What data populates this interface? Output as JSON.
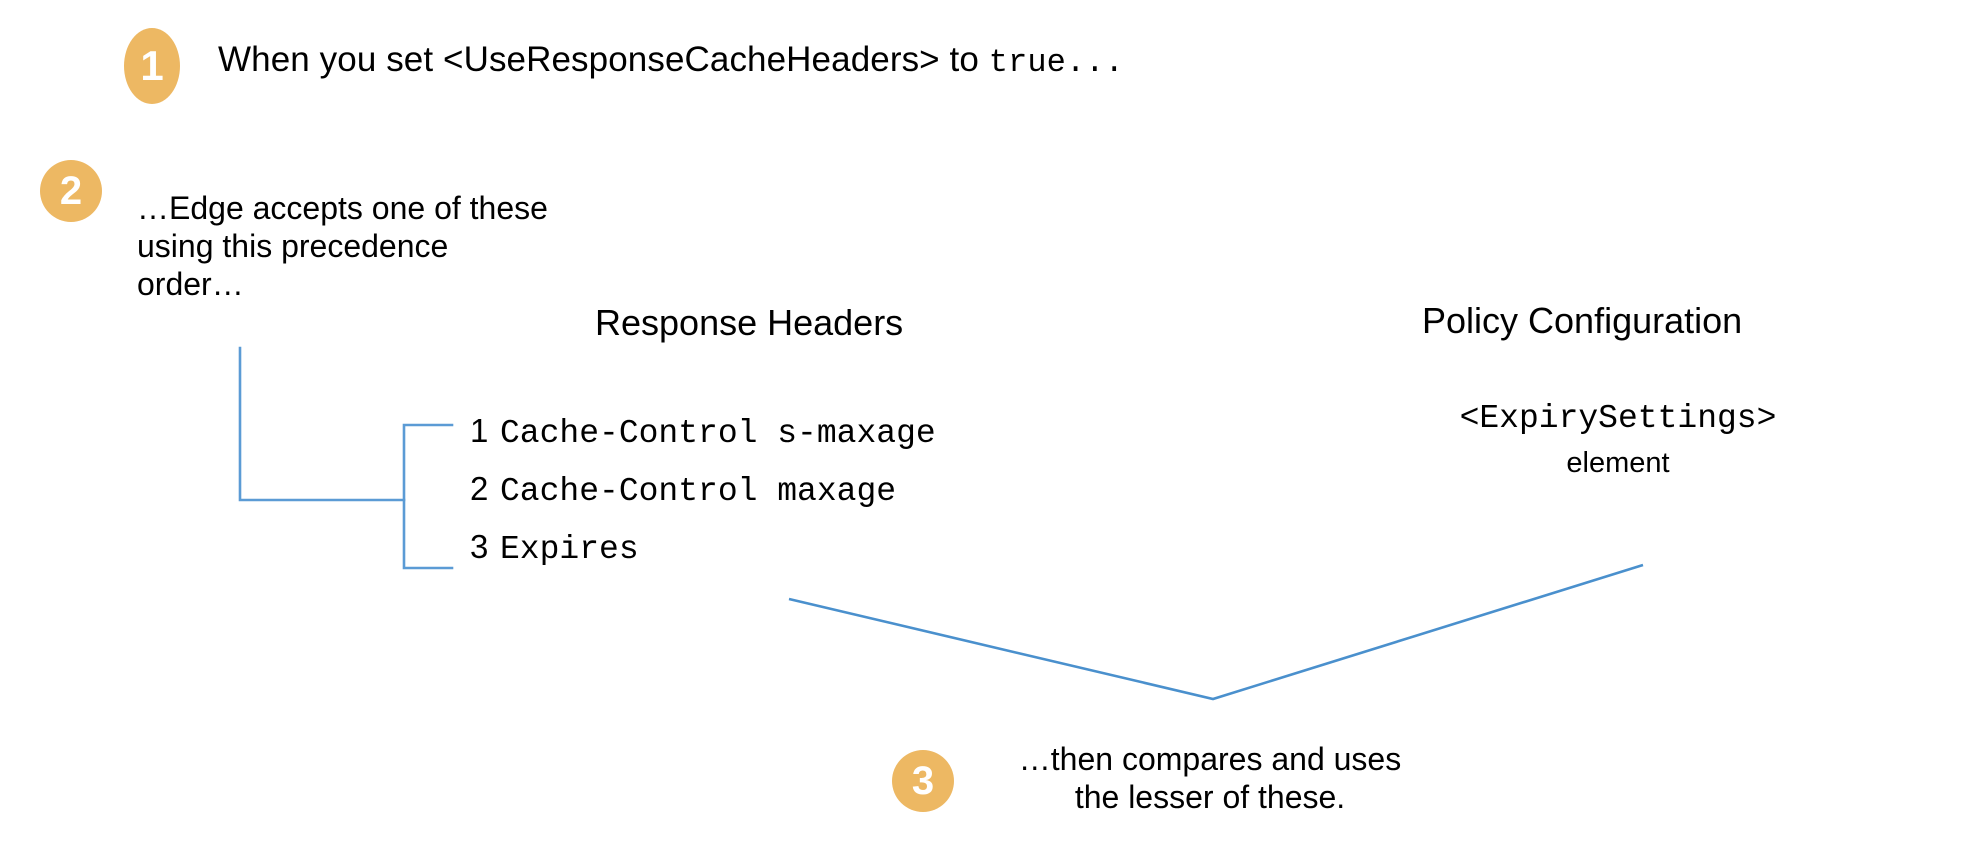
{
  "page": {
    "title": "Edge Response Cache Headers Precedence",
    "background_color": "#ffffff",
    "accent_badge_color": "#edb863",
    "connector_line_color": "#5b9bd5",
    "text_color": "#000000"
  },
  "steps": {
    "step1": {
      "badge": "1",
      "text_before": "When you set ",
      "element_name": "<UseResponseCacheHeaders>",
      "text_middle": " to ",
      "value": "true...",
      "full_text": "When you set <UseResponseCacheHeaders> to true..."
    },
    "step2": {
      "badge": "2",
      "line1": "…Edge accepts one of these",
      "line2": "using this precedence",
      "line3": "order…",
      "full_text": "…Edge accepts one of these using this precedence order…"
    },
    "step3": {
      "badge": "3",
      "line1": "…then compares and uses",
      "line2": "the lesser of these.",
      "full_text": "…then compares and uses the lesser of these."
    }
  },
  "columns": {
    "response_headers": {
      "heading": "Response Headers",
      "items": [
        {
          "number": "1",
          "value": "Cache-Control s-maxage"
        },
        {
          "number": "2",
          "value": "Cache-Control maxage"
        },
        {
          "number": "3",
          "value": "Expires"
        }
      ]
    },
    "policy_configuration": {
      "heading": "Policy Configuration",
      "element_name": "<ExpirySettings>",
      "element_word": "element"
    }
  }
}
